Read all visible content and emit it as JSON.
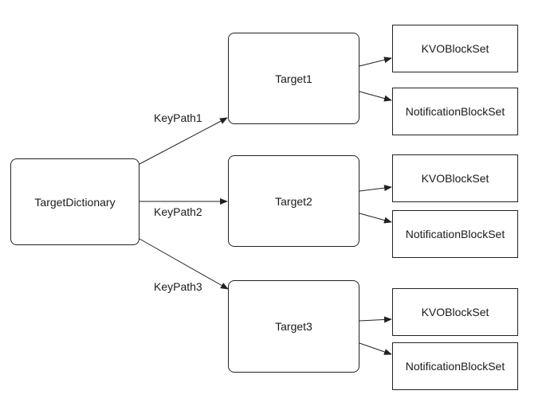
{
  "nodes": {
    "root": "TargetDictionary",
    "target1": "Target1",
    "target2": "Target2",
    "target3": "Target3",
    "kvo1": "KVOBlockSet",
    "notif1": "NotificationBlockSet",
    "kvo2": "KVOBlockSet",
    "notif2": "NotificationBlockSet",
    "kvo3": "KVOBlockSet",
    "notif3": "NotificationBlockSet"
  },
  "edge_labels": {
    "keypath1": "KeyPath1",
    "keypath2": "KeyPath2",
    "keypath3": "KeyPath3"
  },
  "colors": {
    "stroke": "#222222",
    "background": "#ffffff",
    "text": "#1a1a1a"
  }
}
